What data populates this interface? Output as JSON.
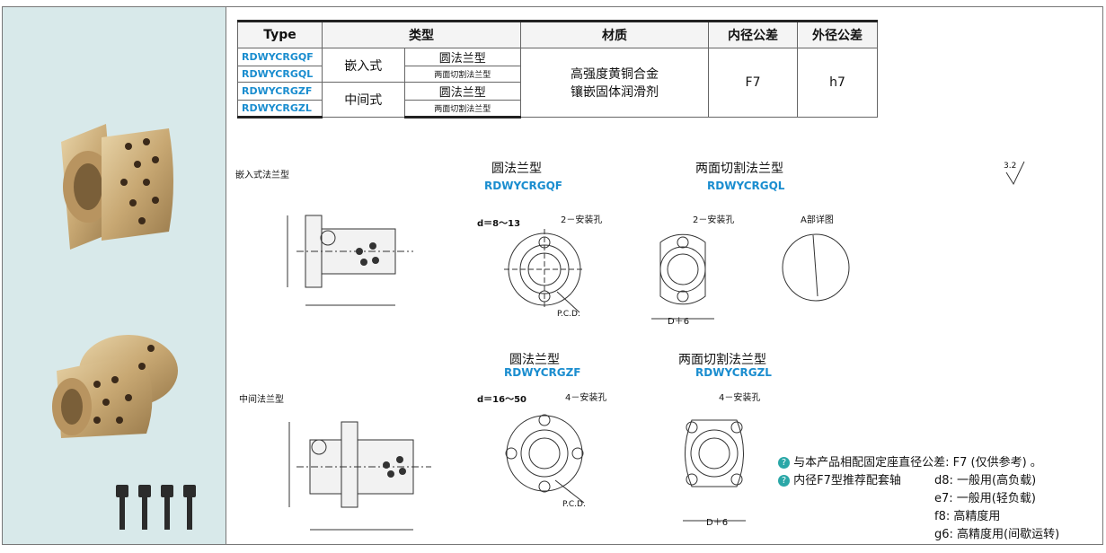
{
  "table": {
    "headers": {
      "type": "Type",
      "category": "类型",
      "material": "材质",
      "inner_tol": "内径公差",
      "outer_tol": "外径公差"
    },
    "codes": [
      "RDWYCRGQF",
      "RDWYCRGQL",
      "RDWYCRGZF",
      "RDWYCRGZL"
    ],
    "groups": [
      "嵌入式",
      "中间式"
    ],
    "flange_round": "圆法兰型",
    "flange_cut": "两面切割法兰型",
    "material": [
      "高强度黄铜合金",
      "镶嵌固体润滑剂"
    ],
    "inner_tol": "F7",
    "outer_tol": "h7"
  },
  "drawings": {
    "embedded_title": "嵌入式法兰型",
    "middle_title": "中间法兰型",
    "round_title": "圆法兰型",
    "cut_title": "两面切割法兰型",
    "code_qf": "RDWYCRGQF",
    "code_ql": "RDWYCRGQL",
    "code_zf": "RDWYCRGZF",
    "code_zl": "RDWYCRGZL",
    "d_range_1": "d＝8～13",
    "d_range_2": "d＝16～50",
    "holes_2": "2－安装孔",
    "holes_4": "4－安装孔",
    "detail_a": "A部详图",
    "pcd": "P.C.D.",
    "d6": "D＋6",
    "surface": "3.2"
  },
  "notes": {
    "line1": "与本产品相配固定座直径公差: F7 (仅供参考) 。",
    "line2": "内径F7型推荐配套轴",
    "shafts": [
      {
        "code": "d8:",
        "desc": "一般用(高负载)"
      },
      {
        "code": "e7:",
        "desc": "一般用(轻负载)"
      },
      {
        "code": "f8:",
        "desc": "高精度用"
      },
      {
        "code": "g6:",
        "desc": "高精度用(间歇运转)"
      }
    ]
  },
  "colors": {
    "accent": "#1a8dcf",
    "panel": "#d8e9ea",
    "badge": "#2aa7a7"
  }
}
